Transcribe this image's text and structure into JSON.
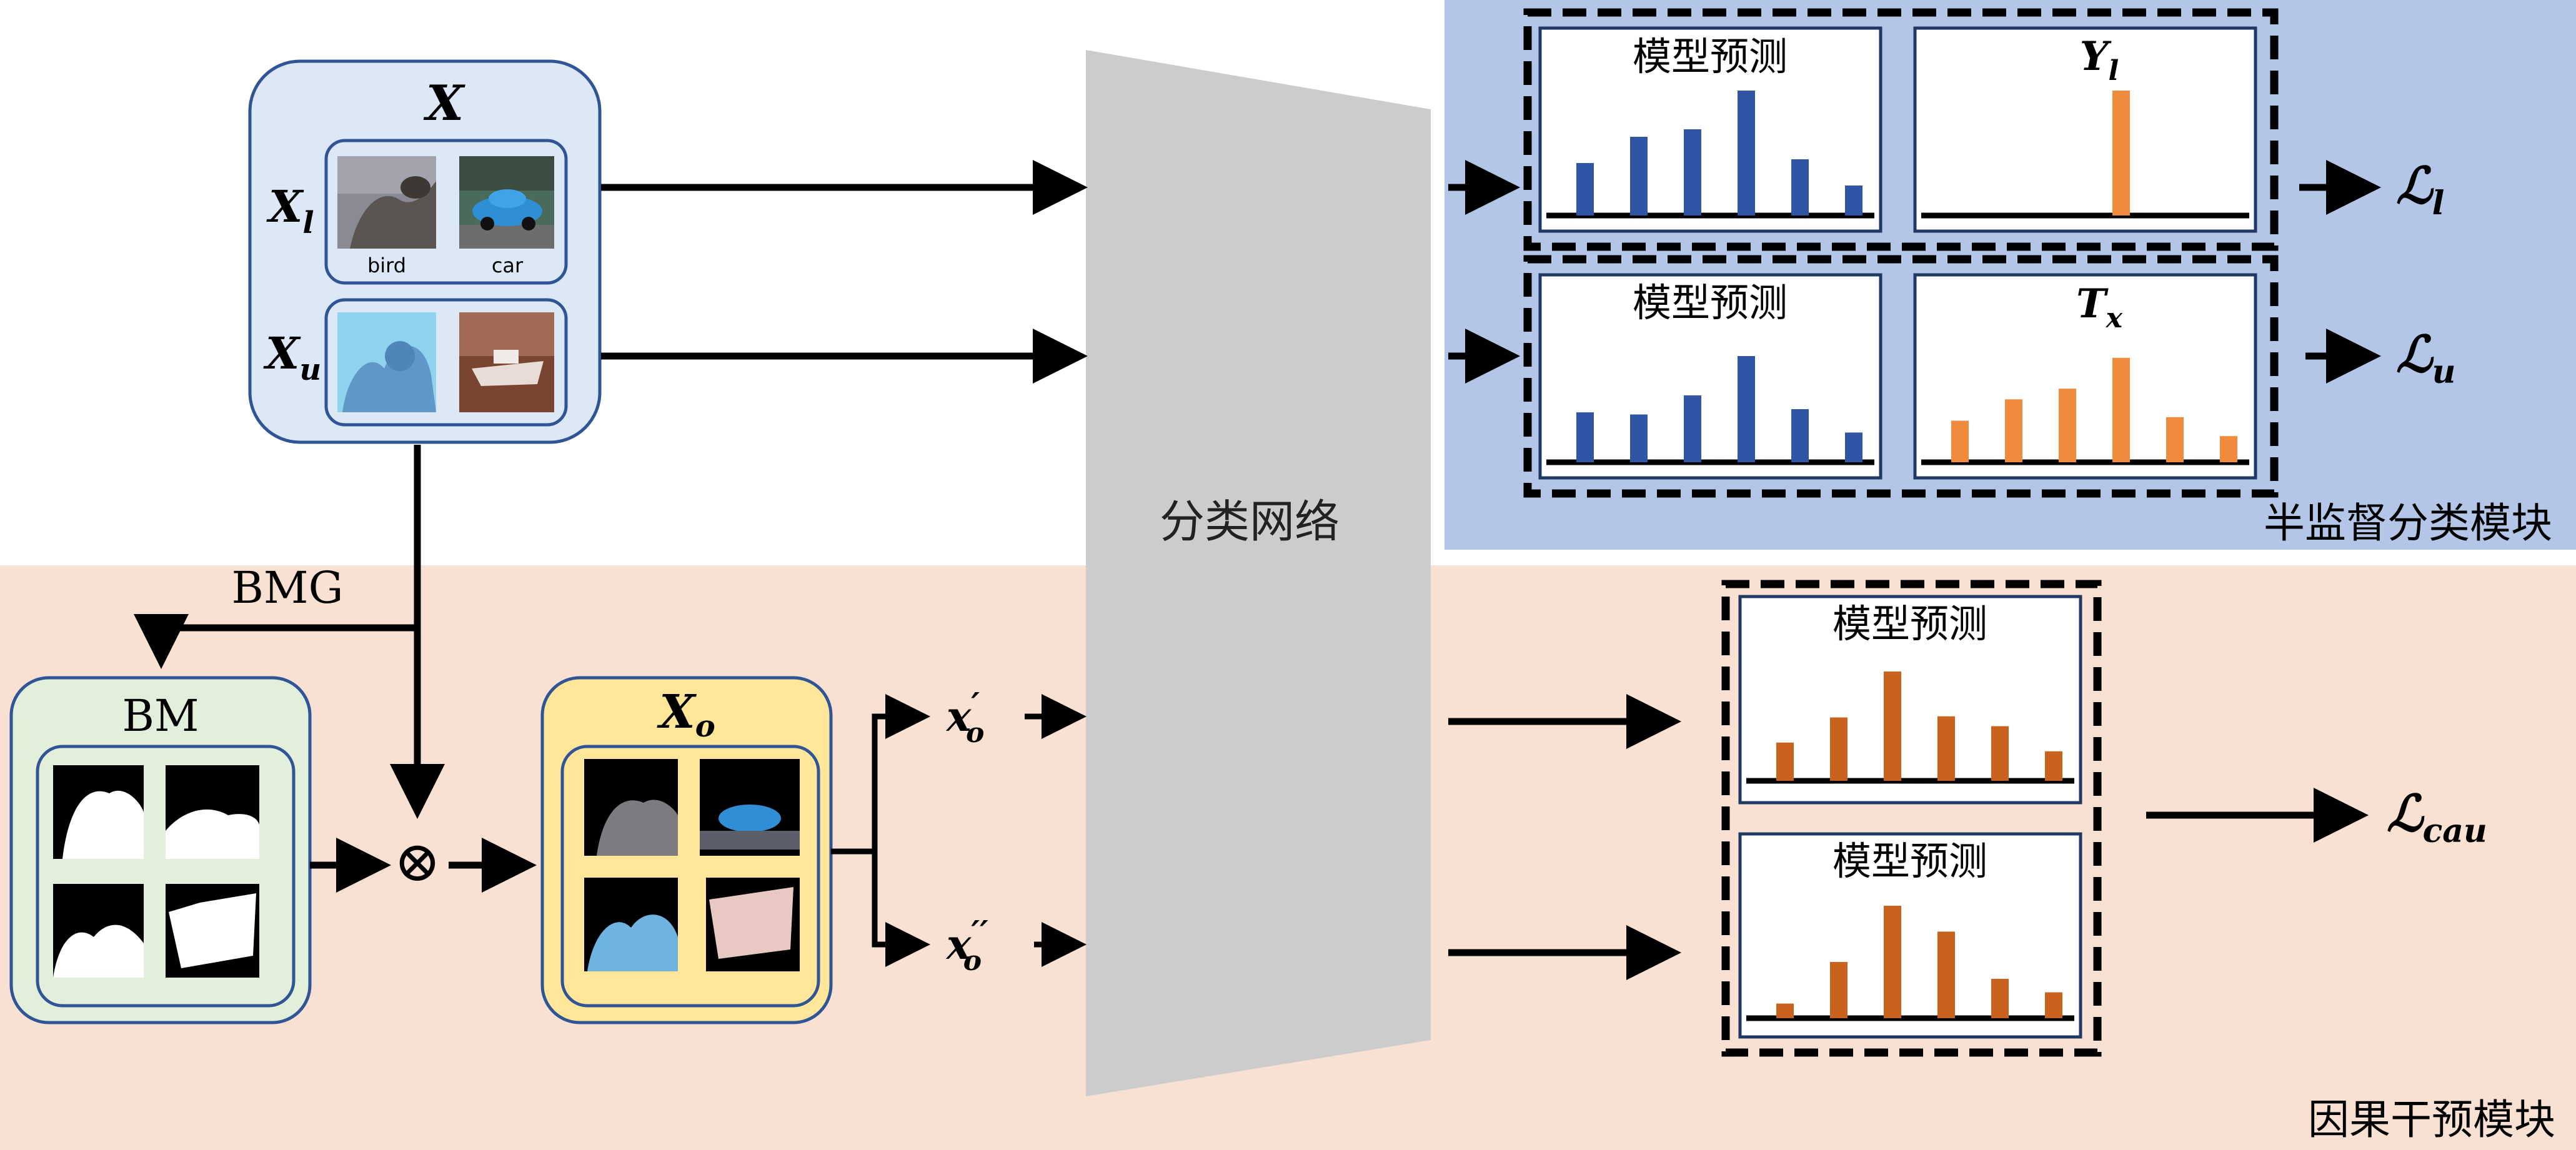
{
  "input": {
    "title": "X",
    "labeled_label": "X",
    "labeled_sub": "l",
    "unlabeled_label": "X",
    "unlabeled_sub": "u",
    "captions": [
      "bird",
      "car"
    ]
  },
  "network": {
    "label": "分类网络"
  },
  "semi": {
    "module_label": "半监督分类模块",
    "pred_title": "模型预测",
    "label_chart_base": "Y",
    "label_chart_sub": "l",
    "target_chart_base": "T",
    "target_chart_sub": "x",
    "loss_l_base": "ℒ",
    "loss_l_sub": "l",
    "loss_u_base": "ℒ",
    "loss_u_sub": "u"
  },
  "causal": {
    "module_label": "因果干预模块",
    "pred_title": "模型预测",
    "loss_base": "ℒ",
    "loss_sub": "cau"
  },
  "bmg": {
    "label": "BMG",
    "bm_title": "BM",
    "op_symbol": "⊗"
  },
  "xo": {
    "title_base": "X",
    "title_sub": "o",
    "branch1_base": "x",
    "branch1_prime": "′",
    "branch1_sub": "o",
    "branch2_base": "x",
    "branch2_prime": "′′",
    "branch2_sub": "o"
  },
  "colors": {
    "blue_bar": "#2f55a4",
    "orange_light": "#f08a3c",
    "orange_dark": "#c9621c",
    "semi_bg": "#b4c6e7",
    "causal_bg": "#f8e0d2",
    "input_bg": "#dce8f6",
    "bm_bg": "#e2efda",
    "xo_bg": "#ffe699",
    "network_gray": "#cccccc"
  },
  "chart_data": [
    {
      "type": "bar",
      "id": "semi-pred-1",
      "values": [
        0.42,
        0.63,
        0.69,
        1.0,
        0.45,
        0.24
      ],
      "ylim": [
        0,
        1
      ]
    },
    {
      "type": "bar",
      "id": "label-yl",
      "values": [
        0,
        0,
        0,
        1.0,
        0,
        0
      ],
      "ylim": [
        0,
        1
      ]
    },
    {
      "type": "bar",
      "id": "semi-pred-2",
      "values": [
        0.47,
        0.45,
        0.63,
        1.0,
        0.5,
        0.28
      ],
      "ylim": [
        0,
        1
      ]
    },
    {
      "type": "bar",
      "id": "target-tx",
      "values": [
        0.35,
        0.53,
        0.62,
        0.88,
        0.38,
        0.22
      ],
      "ylim": [
        0,
        1
      ]
    },
    {
      "type": "bar",
      "id": "causal-pred-1",
      "values": [
        0.35,
        0.58,
        1.0,
        0.59,
        0.5,
        0.27
      ],
      "ylim": [
        0,
        1
      ]
    },
    {
      "type": "bar",
      "id": "causal-pred-2",
      "values": [
        0.13,
        0.5,
        1.0,
        0.77,
        0.35,
        0.23
      ],
      "ylim": [
        0,
        1
      ]
    }
  ]
}
